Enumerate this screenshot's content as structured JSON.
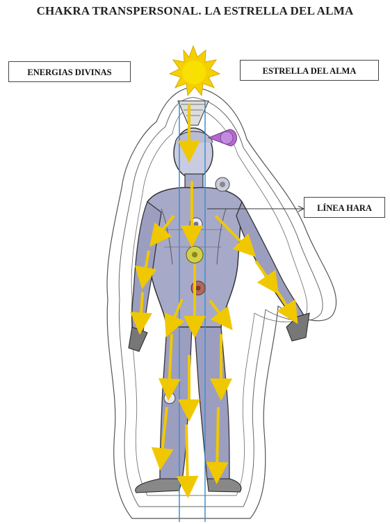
{
  "title": "CHAKRA TRANSPERSONAL. LA ESTRELLA DEL ALMA",
  "labels": {
    "energias_divinas": "ENERGIAS DIVINAS",
    "estrella_del_alma": "ESTRELLA DEL ALMA",
    "linea_hara": "LÍNEA HARA"
  },
  "colors": {
    "star": "#f5d000",
    "arrow": "#f0c800",
    "body": "#a7a9c8",
    "aura_line": "#555555",
    "hara_line": "#3a8fd0",
    "heart_chakra": "#d2cf4a",
    "solar_chakra": "#b06a5c",
    "third_eye_chakra": "#b26ad0"
  }
}
